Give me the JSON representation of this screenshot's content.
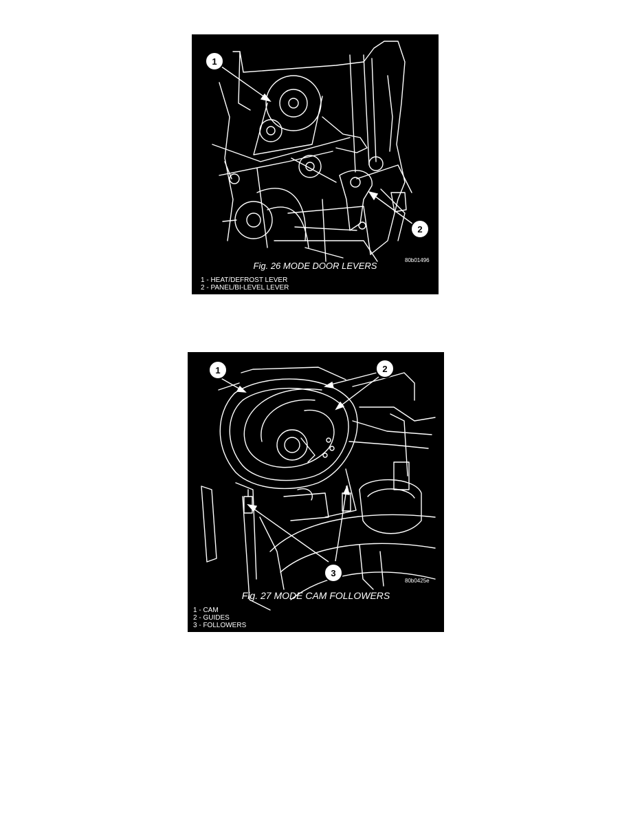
{
  "figures": [
    {
      "id": "fig26",
      "caption": "Fig. 26 MODE DOOR LEVERS",
      "code": "80b01496",
      "callouts": [
        "1",
        "2"
      ],
      "legend": [
        "1 - HEAT/DEFROST LEVER",
        "2 - PANEL/BI-LEVEL LEVER"
      ]
    },
    {
      "id": "fig27",
      "caption": "Fig. 27 MODE CAM FOLLOWERS",
      "code": "80b0425e",
      "callouts": [
        "1",
        "2",
        "3"
      ],
      "legend": [
        "1 - CAM",
        "2 - GUIDES",
        "3 - FOLLOWERS"
      ]
    }
  ]
}
